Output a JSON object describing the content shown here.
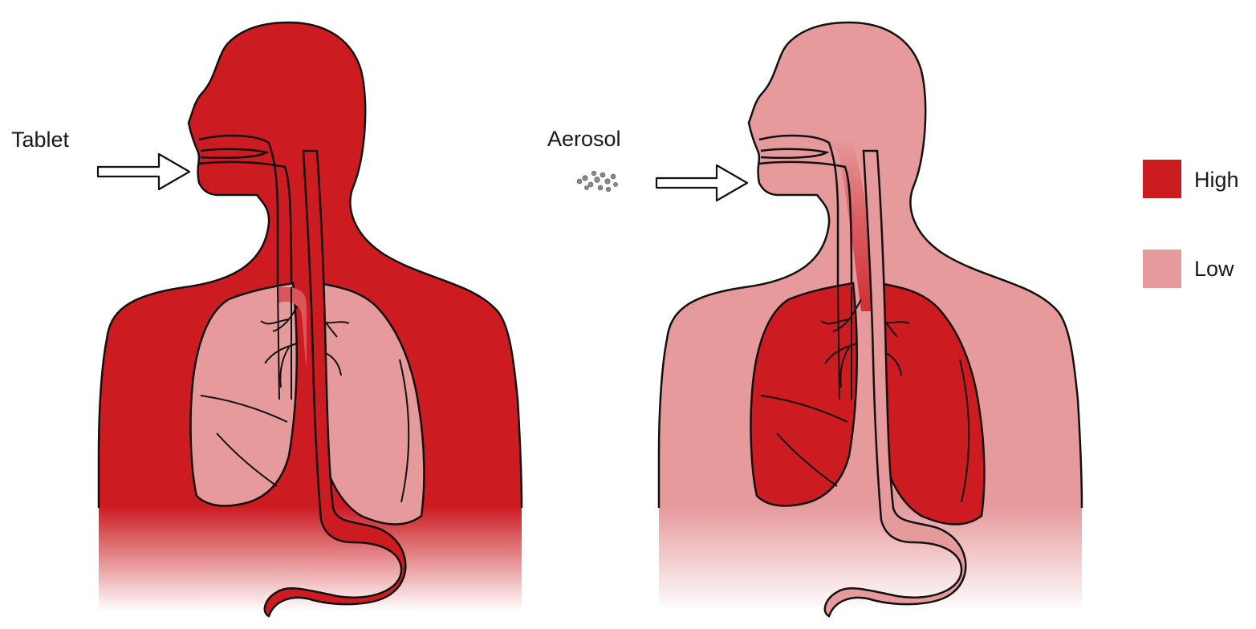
{
  "labels": {
    "tablet": "Tablet",
    "aerosol": "Aerosol"
  },
  "legend": [
    {
      "label": "High",
      "color": "#cc1c22"
    },
    {
      "label": "Low",
      "color": "#e69a9c"
    }
  ],
  "figures": [
    {
      "route": "Tablet",
      "body_level": "High",
      "lung_level": "Low",
      "esophagus_stomach_level": "High"
    },
    {
      "route": "Aerosol",
      "body_level": "Low",
      "lung_level": "High",
      "esophagus_stomach_level": "Low"
    }
  ],
  "icons": [
    "arrow-icon",
    "aerosol-particles-icon"
  ]
}
